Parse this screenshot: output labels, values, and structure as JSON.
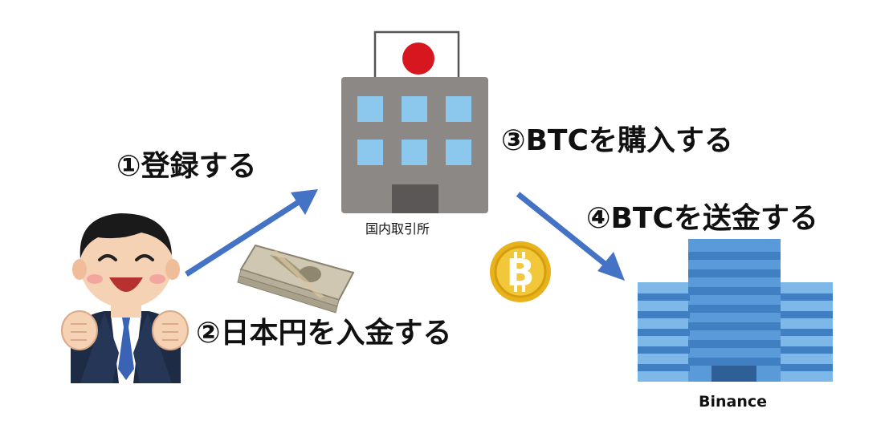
{
  "steps": {
    "register": "①登録する",
    "deposit": "②日本円を入金する",
    "buy": "③BTCを購入する",
    "send": "④BTCを送金する"
  },
  "labels": {
    "domestic_exchange": "国内取引所",
    "binance": "Binance"
  },
  "icons": {
    "person": "businessman-icon",
    "money": "yen-banknotes-icon",
    "exchange": "office-building-japan-flag-icon",
    "coin": "bitcoin-coin-icon",
    "binance": "blue-office-building-icon",
    "arrow": "arrow-icon"
  },
  "colors": {
    "arrow": "#4472c4",
    "flag_red": "#d7171f",
    "building_gray": "#8c8886",
    "window_blue": "#8cc8ee",
    "binance_blue": "#5a9ad8",
    "coin_gold": "#e8b21a"
  }
}
